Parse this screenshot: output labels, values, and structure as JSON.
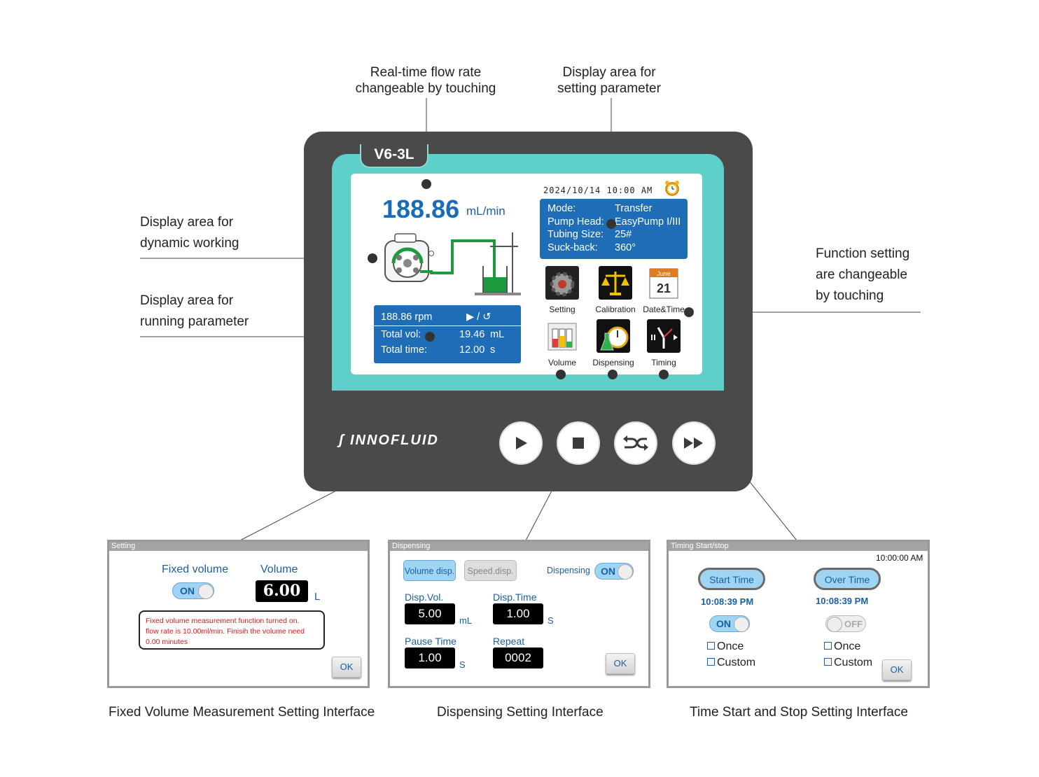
{
  "callouts": {
    "flow_rate": [
      "Real-time flow rate",
      "changeable by touching"
    ],
    "setting_param": [
      "Display area for",
      "setting parameter"
    ],
    "dynamic": [
      "Display area for",
      "dynamic working"
    ],
    "running": [
      "Display area for",
      "running parameter"
    ],
    "function": [
      "Function setting",
      "are changeable",
      "by touching"
    ]
  },
  "device": {
    "model": "V6-3L",
    "brand": "INNOFLUID",
    "flow_value": "188.86",
    "flow_unit": "mL/min",
    "datetime": "2024/10/14 10:00 AM",
    "params": [
      {
        "label": "Mode:",
        "value": "Transfer"
      },
      {
        "label": "Pump Head:",
        "value": "EasyPump I/III"
      },
      {
        "label": "Tubing Size:",
        "value": "25#"
      },
      {
        "label": "Suck-back:",
        "value": "360°"
      }
    ],
    "running": {
      "rpm": "188.86 rpm",
      "dir": "▶ / ↺",
      "total_vol_label": "Total vol:",
      "total_vol_value": "19.46",
      "total_vol_unit": "mL",
      "total_time_label": "Total time:",
      "total_time_value": "12.00",
      "total_time_unit": "s"
    },
    "functions": [
      "Setting",
      "Calibration",
      "Date&Time",
      "Volume",
      "Dispensing",
      "Timing"
    ],
    "date_icon": {
      "month": "June",
      "day": "21"
    },
    "buttons": [
      "play",
      "stop",
      "reverse",
      "fast-forward"
    ]
  },
  "panel_setting": {
    "title": "Setting",
    "fixed_volume_label": "Fixed volume",
    "volume_label": "Volume",
    "toggle": "ON",
    "volume_value": "6.00",
    "volume_unit": "L",
    "message": [
      "Fixed volume measurement function turned on.",
      "flow rate is 10.00ml/min. Finisih the volume need",
      "0.00 minutes"
    ],
    "ok": "OK",
    "caption": "Fixed Volume Measurement Setting Interface"
  },
  "panel_dispensing": {
    "title": "Dispensing",
    "volume_disp": "Volume disp.",
    "speed_disp": "Speed.disp.",
    "dispensing_label": "Dispensing",
    "toggle": "ON",
    "disp_vol_label": "Disp.Vol.",
    "disp_vol_value": "5.00",
    "disp_vol_unit": "mL",
    "disp_time_label": "Disp.Time",
    "disp_time_value": "1.00",
    "disp_time_unit": "S",
    "pause_time_label": "Pause Time",
    "pause_time_value": "1.00",
    "pause_time_unit": "S",
    "repeat_label": "Repeat",
    "repeat_value": "0002",
    "ok": "OK",
    "caption": "Dispensing Setting Interface"
  },
  "panel_timing": {
    "title": "Timing Start/stop",
    "clock": "10:00:00 AM",
    "start_time": "Start Time",
    "over_time": "Over Time",
    "start_value": "10:08:39 PM",
    "over_value": "10:08:39 PM",
    "toggle_on": "ON",
    "toggle_off": "OFF",
    "once": "Once",
    "custom": "Custom",
    "ok": "OK",
    "caption": "Time Start and Stop Setting Interface"
  },
  "colors": {
    "device": "#4a4a4a",
    "teal": "#5ecfc9",
    "blue": "#1f6db6",
    "pipe": "#1e9a3c"
  }
}
